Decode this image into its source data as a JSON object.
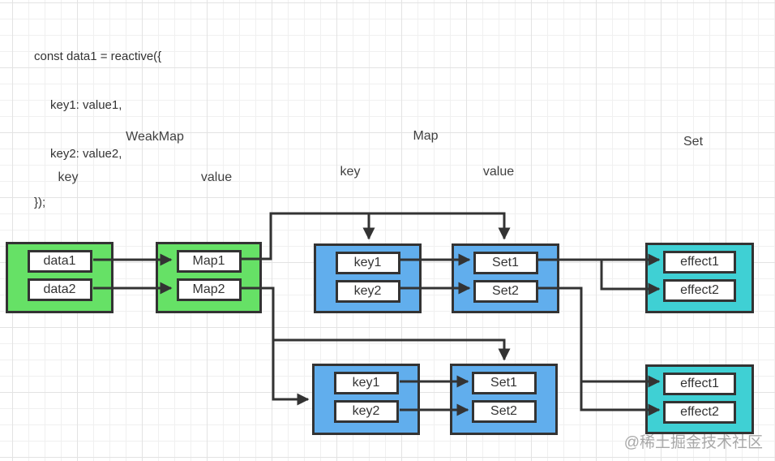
{
  "code": {
    "lines": [
      "const data1 = reactive({",
      "key1: value1,",
      "key2: value2,",
      "});"
    ]
  },
  "labels": {
    "weakmap": "WeakMap",
    "map": "Map",
    "set": "Set",
    "weakmap_key": "key",
    "weakmap_value": "value",
    "map_key": "key",
    "map_value": "value"
  },
  "containers": {
    "weakmap": {
      "items": [
        "data1",
        "data2"
      ]
    },
    "map": {
      "items": [
        "Map1",
        "Map2"
      ]
    },
    "row1_keys": {
      "items": [
        "key1",
        "key2"
      ]
    },
    "row1_sets": {
      "items": [
        "Set1",
        "Set2"
      ]
    },
    "row1_effects": {
      "items": [
        "effect1",
        "effect2"
      ]
    },
    "row2_keys": {
      "items": [
        "key1",
        "key2"
      ]
    },
    "row2_sets": {
      "items": [
        "Set1",
        "Set2"
      ]
    },
    "row2_effects": {
      "items": [
        "effect1",
        "effect2"
      ]
    }
  },
  "colors": {
    "green": "#66e166",
    "blue": "#61aeed",
    "cyan": "#3fd0d4",
    "line": "#333333",
    "label": "#3f3f3f",
    "watermark": "#a8a8a8"
  },
  "watermark": "@稀土掘金技术社区"
}
